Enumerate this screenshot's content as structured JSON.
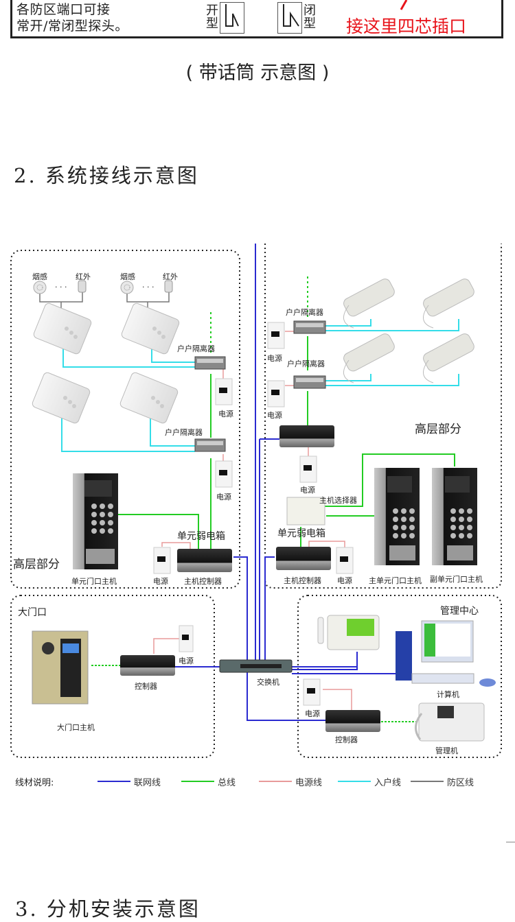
{
  "callout": {
    "note_line1": "各防区端口可接",
    "note_line2": "常开/常闭型探头。",
    "normally_open_label": [
      "开",
      "型"
    ],
    "normally_closed_label": [
      "闭",
      "型"
    ],
    "hint": "接这里四芯插口",
    "hint_color": "#e8141b"
  },
  "caption": "( 带话筒 示意图 )",
  "section2_title": "2.  系统接线示意图",
  "section3_title": "3.  分机安装示意图",
  "diagram": {
    "left_high_rise": {
      "smoke_label": "烟感",
      "ir_label": "红外",
      "ellipsis": "· · ·",
      "isolator_label": "户户隔离器",
      "power_label": "电源",
      "zone_title": "高层部分",
      "weak_box_label": "单元弱电箱",
      "door_station_label": "单元门口主机",
      "controller_label": "主机控制器"
    },
    "right_high_rise": {
      "isolator_label": "户户隔离器",
      "power_label": "电源",
      "zone_title": "高层部分",
      "selector_label": "主机选择器",
      "weak_box_label": "单元弱电箱",
      "controller_label": "主机控制器",
      "main_door_label": "主单元门口主机",
      "sub_door_label": "副单元门口主机"
    },
    "gate": {
      "zone_title": "大门口",
      "gate_station_label": "大门口主机",
      "controller_label": "控制器",
      "power_label": "电源"
    },
    "switch_label": "交换机",
    "management": {
      "zone_title": "管理中心",
      "computer_label": "计算机",
      "power_label": "电源",
      "controller_label": "控制器",
      "console_label": "管理机"
    }
  },
  "legend": {
    "title": "线材说明:",
    "items": [
      {
        "label": "联网线",
        "color": "#2a2ad0"
      },
      {
        "label": "总线",
        "color": "#22cc22"
      },
      {
        "label": "电源线",
        "color": "#e89a9a"
      },
      {
        "label": "入户线",
        "color": "#33dde8"
      },
      {
        "label": "防区线",
        "color": "#777777"
      }
    ]
  }
}
